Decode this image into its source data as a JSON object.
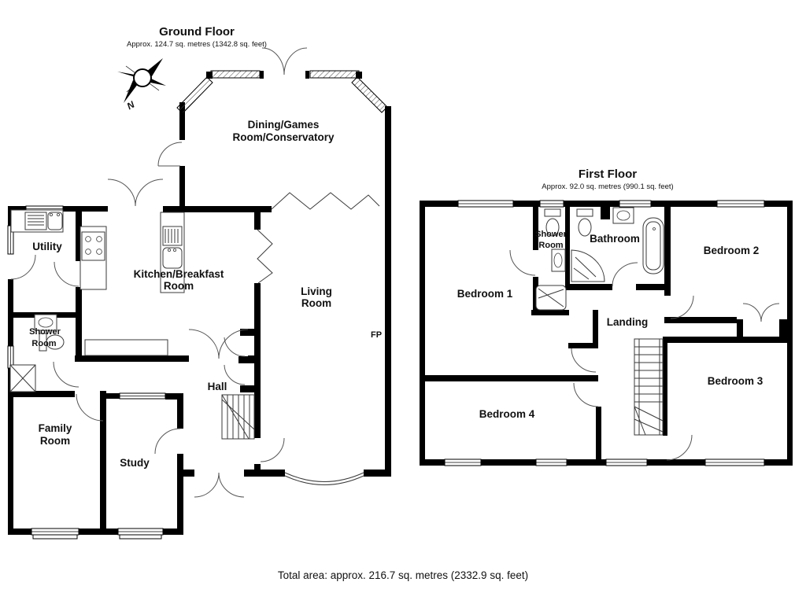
{
  "colors": {
    "wall": "#000000",
    "line": "#3a3a3a",
    "text": "#111111",
    "background": "#ffffff"
  },
  "ground_floor": {
    "title": "Ground Floor",
    "area_note": "Approx. 124.7 sq. metres (1342.8 sq. feet)",
    "compass_north": "N",
    "rooms": {
      "utility": "Utility",
      "kitchen": [
        "Kitchen/Breakfast",
        "Room"
      ],
      "dining": [
        "Dining/Games",
        "Room/Conservatory"
      ],
      "living": [
        "Living",
        "Room"
      ],
      "fireplace": "FP",
      "shower": [
        "Shower",
        "Room"
      ],
      "hall": "Hall",
      "family": [
        "Family",
        "Room"
      ],
      "study": "Study"
    }
  },
  "first_floor": {
    "title": "First Floor",
    "area_note": "Approx. 92.0 sq. metres (990.1 sq. feet)",
    "rooms": {
      "bedroom1": "Bedroom 1",
      "shower": [
        "Shower",
        "Room"
      ],
      "bathroom": "Bathroom",
      "bedroom2": "Bedroom 2",
      "landing": "Landing",
      "bedroom3": "Bedroom 3",
      "bedroom4": "Bedroom 4"
    }
  },
  "footer": {
    "total_area": "Total area: approx. 216.7 sq. metres (2332.9 sq. feet)"
  }
}
